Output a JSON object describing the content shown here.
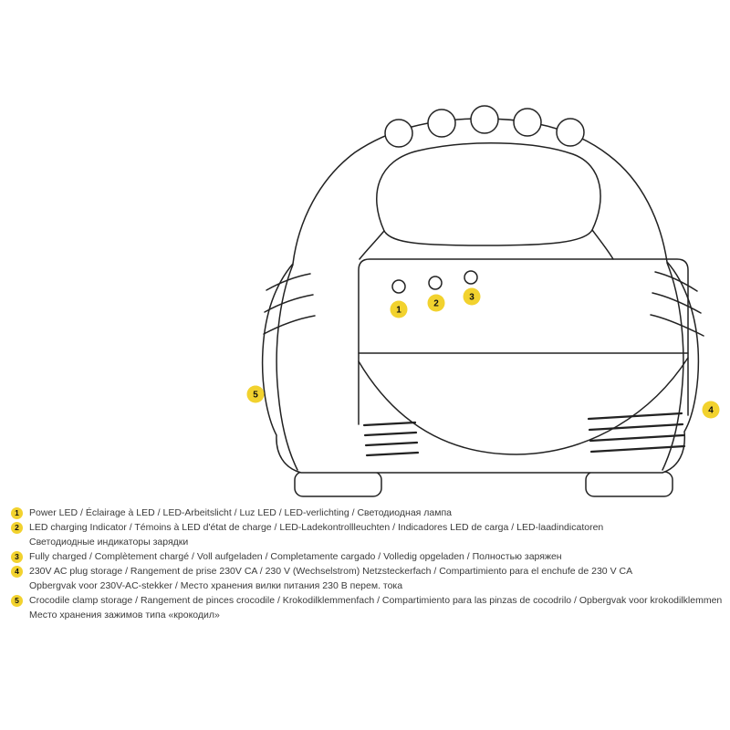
{
  "colors": {
    "callout": "#f2d22e",
    "outline": "#222222"
  },
  "diagram": {
    "callouts": [
      {
        "num": "1"
      },
      {
        "num": "2"
      },
      {
        "num": "3"
      },
      {
        "num": "4"
      },
      {
        "num": "5"
      }
    ]
  },
  "legend": {
    "items": [
      {
        "num": "1",
        "lines": [
          "Power LED  / Éclairage à LED / LED-Arbeitslicht / Luz LED / LED-verlichting / Светодиодная лампа"
        ]
      },
      {
        "num": "2",
        "lines": [
          "LED charging Indicator / Témoins à LED d'état de charge / LED-Ladekontrollleuchten / Indicadores LED de carga / LED-laadindicatoren",
          "Светодиодные индикаторы зарядки"
        ]
      },
      {
        "num": "3",
        "lines": [
          "Fully charged / Complètement chargé / Voll aufgeladen / Completamente cargado / Volledig opgeladen / Полностью заряжен"
        ]
      },
      {
        "num": "4",
        "lines": [
          "230V AC plug storage / Rangement de prise 230V CA / 230 V (Wechselstrom) Netzsteckerfach / Compartimiento para el enchufe de 230 V CA",
          "Opbergvak voor 230V-AC-stekker / Место хранения вилки питания 230 В перем. тока"
        ]
      },
      {
        "num": "5",
        "lines": [
          "Crocodile clamp storage / Rangement de pinces crocodile / Krokodilklemmenfach / Compartimiento para las pinzas de cocodrilo / Opbergvak voor krokodilklemmen",
          "Место хранения зажимов типа «крокодил»"
        ]
      }
    ]
  }
}
